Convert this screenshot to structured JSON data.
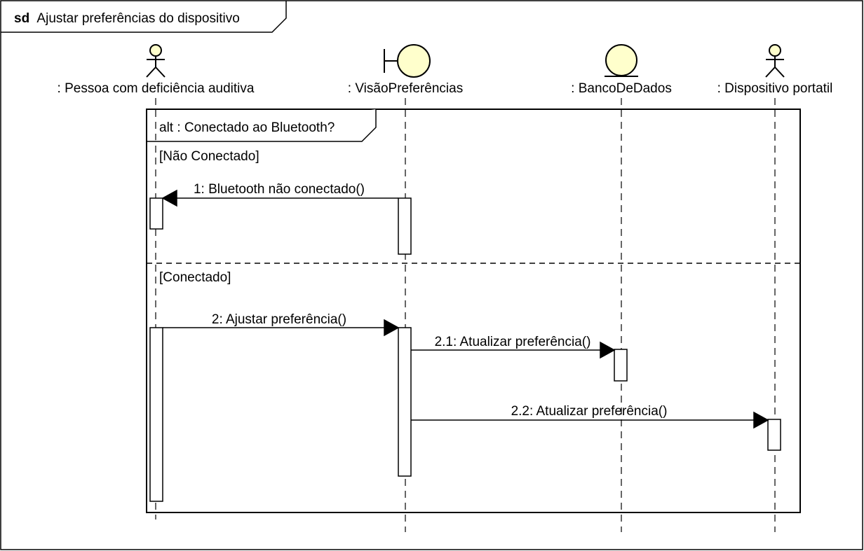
{
  "frame": {
    "keyword": "sd",
    "title": "Ajustar preferências do dispositivo"
  },
  "participants": [
    {
      "kind": "actor",
      "label": ": Pessoa com deficiência auditiva"
    },
    {
      "kind": "boundary",
      "label": ": VisãoPreferências"
    },
    {
      "kind": "entity",
      "label": ": BancoDeDados"
    },
    {
      "kind": "actor",
      "label": ": Dispositivo portatil"
    }
  ],
  "fragment": {
    "label": "alt : Conectado ao Bluetooth?",
    "guards": [
      "[Não Conectado]",
      "[Conectado]"
    ]
  },
  "messages": [
    {
      "label": "1: Bluetooth não conectado()",
      "from": 1,
      "to": 0
    },
    {
      "label": "2: Ajustar preferência()",
      "from": 0,
      "to": 1
    },
    {
      "label": "2.1: Atualizar preferência()",
      "from": 1,
      "to": 2
    },
    {
      "label": "2.2: Atualizar preferência()",
      "from": 1,
      "to": 3
    }
  ],
  "colors": {
    "line": "#000000",
    "participant_fill": "#ffffcc",
    "background": "#ffffff"
  }
}
